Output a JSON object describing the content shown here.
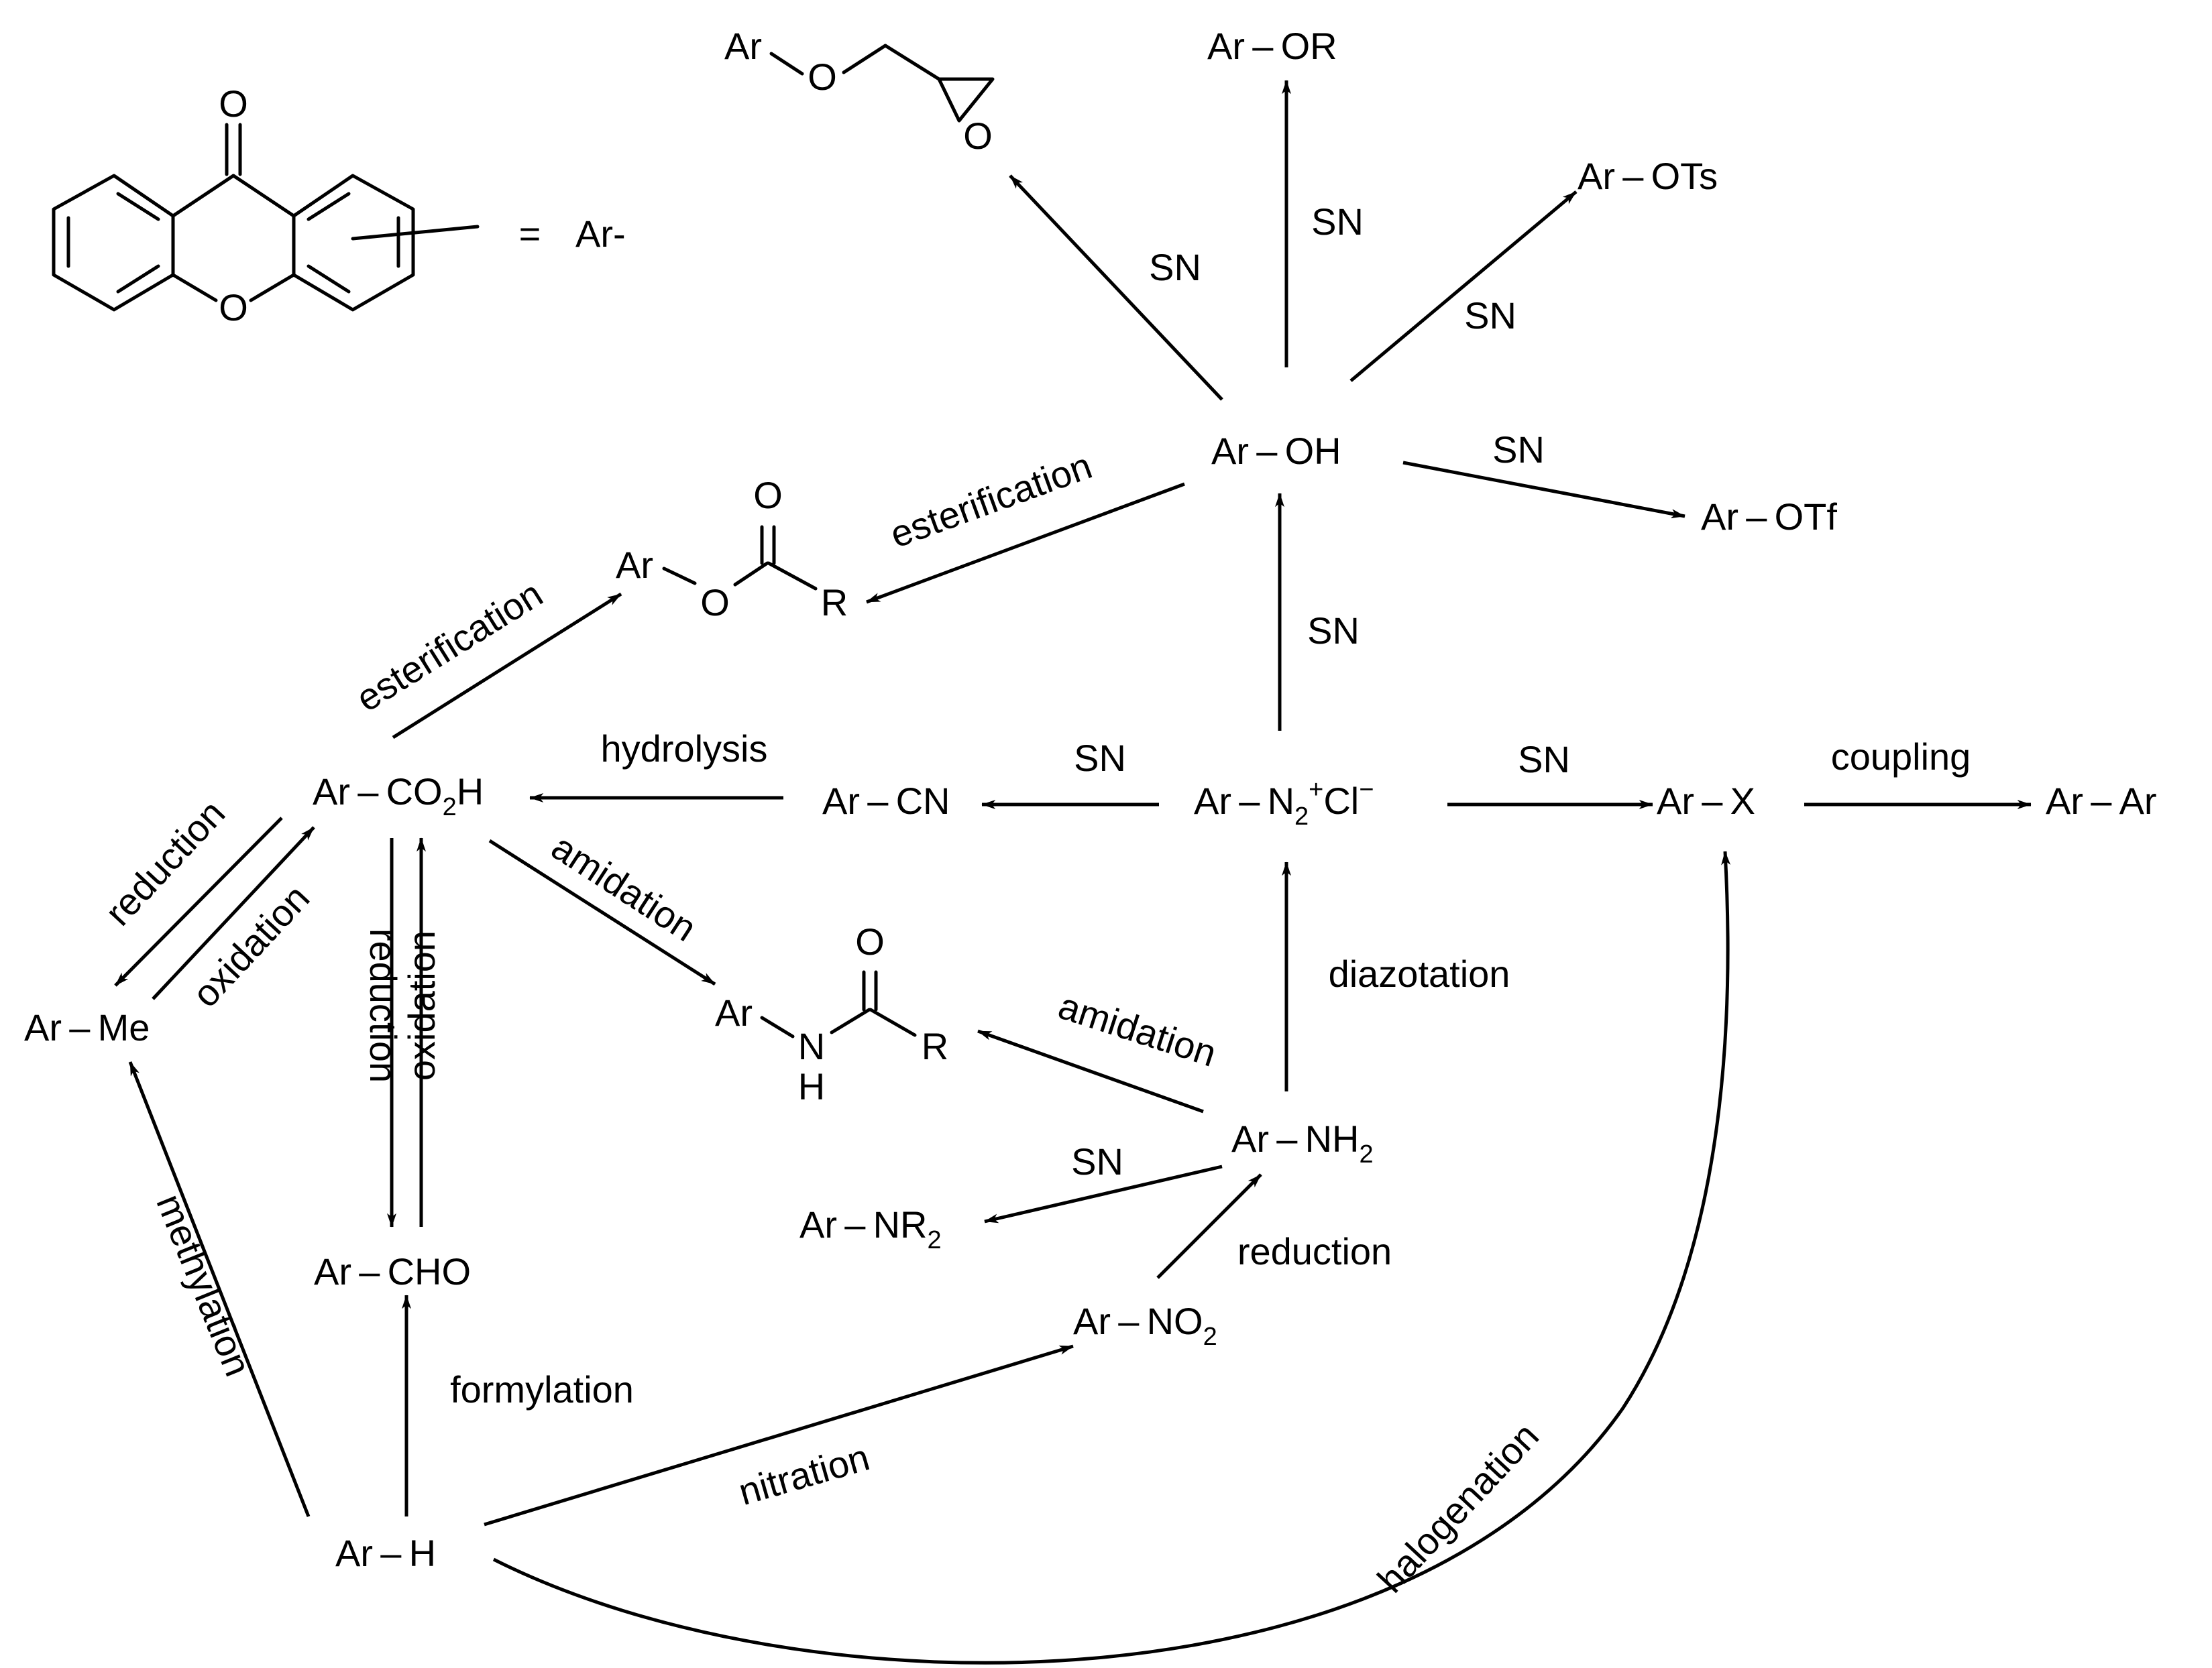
{
  "legend": {
    "atom_O_carbonyl": "O",
    "atom_O_ring": "O",
    "equals": "=",
    "ar_label": "Ar-"
  },
  "compounds": {
    "glycidyl": {
      "ar": "Ar",
      "o": "O",
      "o_ring": "O"
    },
    "ar_or": "Ar – OR",
    "ar_ots": "Ar – OTs",
    "ar_otf": "Ar – OTf",
    "ar_oh": "Ar – OH",
    "ester": {
      "ar": "Ar",
      "o": "O",
      "o_carbonyl": "O",
      "r": "R"
    },
    "ar_co2h": {
      "a": "Ar – CO",
      "sub": "2",
      "b": "H"
    },
    "ar_cn": "Ar – CN",
    "ar_n2cl": {
      "a": "Ar – N",
      "sub": "2",
      "sup": "+",
      "b": "Cl",
      "sup2": "−"
    },
    "ar_x": "Ar – X",
    "ar_ar": "Ar – Ar",
    "ar_me": "Ar – Me",
    "amide": {
      "ar": "Ar",
      "n": "N",
      "h": "H",
      "o_carbonyl": "O",
      "r": "R"
    },
    "ar_nh2": {
      "a": "Ar – NH",
      "sub": "2"
    },
    "ar_nr2": {
      "a": "Ar – NR",
      "sub": "2"
    },
    "ar_cho": "Ar – CHO",
    "ar_no2": {
      "a": "Ar – NO",
      "sub": "2"
    },
    "ar_h": "Ar – H"
  },
  "reactions": {
    "sn": "SN",
    "esterification": "esterification",
    "hydrolysis": "hydrolysis",
    "coupling": "coupling",
    "reduction": "reduction",
    "oxidation": "oxidation",
    "amidation": "amidation",
    "diazotation": "diazotation",
    "methylation": "methylation",
    "formylation": "formylation",
    "nitration": "nitration",
    "halogenation": "halogenation"
  }
}
